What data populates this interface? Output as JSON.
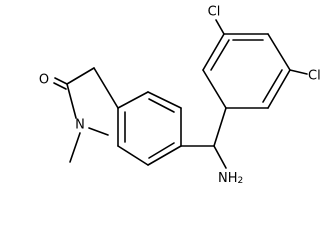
{
  "molecule": {
    "atoms": {
      "oxygen": "O",
      "nitrogen": "N",
      "chlorine_top": "Cl",
      "chlorine_right": "Cl",
      "amine": "NH",
      "amine_subscript": "2"
    }
  }
}
